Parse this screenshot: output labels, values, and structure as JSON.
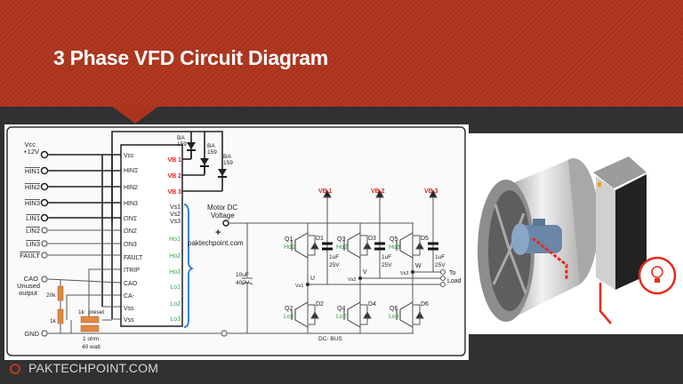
{
  "slide": {
    "title": "3 Phase VFD Circuit Diagram",
    "footer": "PAKTECHPOINT.COM",
    "colors": {
      "header": "#a8321d",
      "background": "#313131",
      "accent": "#b8391f",
      "vb_label": "#e02020",
      "gate_label": "#3aa04a",
      "brace": "#2277cc"
    }
  },
  "circuit": {
    "inputs": [
      {
        "label": "Vcc"
      },
      {
        "label": "+12V"
      },
      {
        "label": "HIN1"
      },
      {
        "label": "HIN2"
      },
      {
        "label": "HIN3"
      },
      {
        "label": "LIN1"
      },
      {
        "label": "LIN2"
      },
      {
        "label": "LIN3"
      },
      {
        "label": "FAULT"
      },
      {
        "label": "CAO"
      },
      {
        "label": "Unused"
      },
      {
        "label": "output"
      },
      {
        "label": "GND"
      }
    ],
    "ic_left_pins": [
      "Vcc",
      "HIN1",
      "HIN2",
      "HIN3",
      "LIN1",
      "LIN2",
      "LIN3",
      "FAULT",
      "ITRIP",
      "CAO",
      "CA-",
      "Vss",
      "Vss"
    ],
    "ic_right_pins": {
      "vb": [
        "VB 1",
        "VB 2",
        "VB 3"
      ],
      "vs": [
        "Vs1",
        "Vs2",
        "Vs3"
      ],
      "gates": [
        "Ho1",
        "Ho2",
        "Ho3",
        "Lo1",
        "Lo2",
        "Lo3"
      ]
    },
    "diodes": [
      "BA",
      "159",
      "BA",
      "159",
      "BA",
      "159"
    ],
    "resistors": [
      "20k",
      "1k",
      "1k",
      "preset",
      "1 ohm",
      "40 watt"
    ],
    "motor_dc": [
      "Motor DC",
      "Voltage",
      "+"
    ],
    "watermark": "paktechpoint.com",
    "bus_cap": [
      "10uF",
      "400V"
    ],
    "bridge": {
      "vb_arrows": [
        "VB 1",
        "VB 2",
        "VB 3"
      ],
      "high_switches": [
        "Q1",
        "Q3",
        "Q5"
      ],
      "high_gates": [
        "Ho1",
        "Ho2",
        "Ho3"
      ],
      "high_diodes": [
        "D1",
        "D3",
        "D5"
      ],
      "low_switches": [
        "Q2",
        "Q4",
        "Q6"
      ],
      "low_gates": [
        "Lo1",
        "Lo2",
        "Lo3"
      ],
      "low_diodes": [
        "D2",
        "D4",
        "D6"
      ],
      "cap_values": [
        "1uF",
        "25V"
      ],
      "phases": [
        "U",
        "V",
        "W"
      ],
      "vs_nodes": [
        "Vs1",
        "Vs2",
        "Vs3"
      ],
      "output": [
        "To",
        "Load"
      ],
      "dc_bus": "DC- BUS"
    }
  }
}
